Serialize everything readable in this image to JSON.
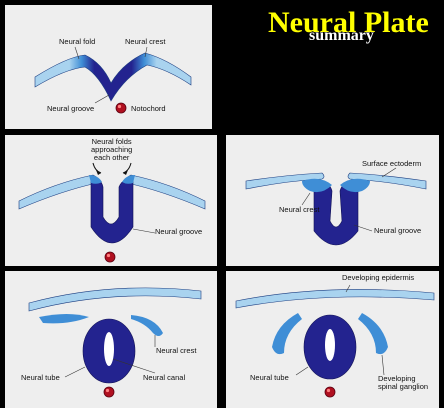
{
  "slide": {
    "title": "Neural Plate",
    "subtitle": "summary"
  },
  "panel1": {
    "neural_fold": "Neural fold",
    "neural_crest": "Neural crest",
    "neural_groove": "Neural groove",
    "notochord": "Notochord"
  },
  "panel2": {
    "folds_line1": "Neural folds",
    "folds_line2": "approaching",
    "folds_line3": "each other",
    "neural_groove": "Neural groove"
  },
  "panel3": {
    "surface_ectoderm": "Surface ectoderm",
    "neural_crest": "Neural crest",
    "neural_groove": "Neural groove"
  },
  "panel4": {
    "neural_crest": "Neural crest",
    "neural_tube": "Neural tube",
    "neural_canal": "Neural canal"
  },
  "panel5": {
    "developing_epidermis": "Developing epidermis",
    "neural_tube": "Neural tube",
    "ganglion_line1": "Developing",
    "ganglion_line2": "spinal ganglion"
  },
  "colors": {
    "background": "#000000",
    "panel": "#eeeeee",
    "ectoderm": "#a9d3ef",
    "neural_crest": "#3f8ed6",
    "neural_tissue": "#23238f",
    "lumen": "#ffffff",
    "notochord": "#b01020",
    "title": "#ffff00",
    "subtitle": "#ffffff"
  }
}
